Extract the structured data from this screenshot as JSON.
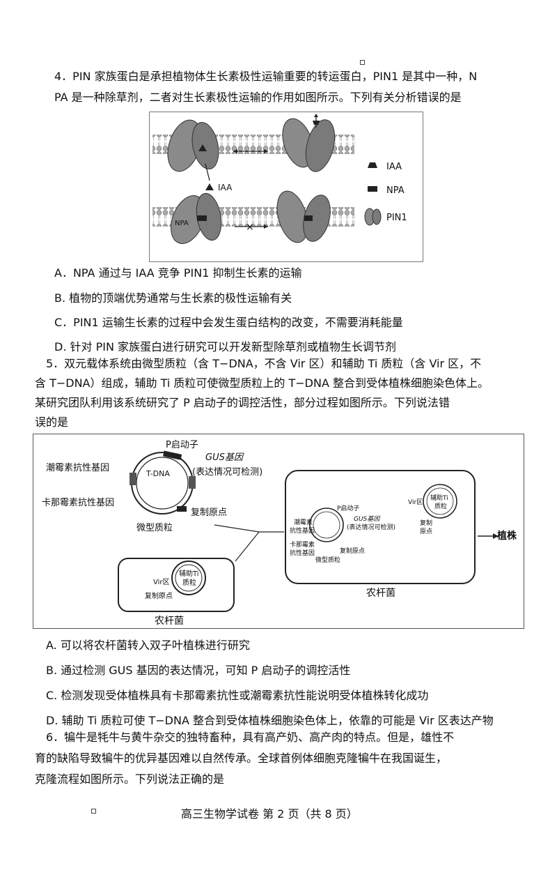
{
  "questions": [
    {
      "lines": [
        "4．PIN 家族蛋白是承担植物体生长素极性运输重要的转运蛋白，PIN1 是其中一种，N",
        "PA 是一种除草剂，二者对生长素极性运输的作用如图所示。下列有关分析错误的是"
      ],
      "figure": {
        "iaa_label": "IAA",
        "npa_label": "NPA",
        "legend": [
          "IAA",
          "NPA",
          "PIN1"
        ]
      },
      "options": [
        "A．NPA 通过与  IAA 竞争  PIN1 抑制生长素的运输",
        "B. 植物的顶端优势通常与生长素的极性运输有关",
        "C．PIN1 运输生长素的过程中会发生蛋白结构的改变，不需要消耗能量",
        "D. 针对  PIN 家族蛋白进行研究可以开发新型除草剂或植物生长调节剂"
      ]
    },
    {
      "lines": [
        "5．双元载体系统由微型质粒（含  T−DNA，不含  Vir 区）和辅助  Ti 质粒（含  Vir 区，不",
        "含  T−DNA）组成，辅助  Ti 质粒可使微型质粒上的  T−DNA 整合到受体植株细胞染色体上。",
        "某研究团队利用该系统研究了  P 启动子的调控活性，部分过程如图所示。下列说法错",
        "误的是"
      ],
      "figure": {
        "promoter": "P启动子",
        "gus_1": "GUS基因",
        "gus_2": "(表达情况可检测)",
        "neo_gene": "潮霉素抗性基因",
        "kan_gene": "卡那霉素抗性基因",
        "tdna": "T-DNA",
        "ori": "复制原点",
        "mini_plasmid": "微型质粒",
        "vir": "Vir区",
        "helper_1": "辅助Ti",
        "helper_2": "质粒",
        "agro": "农杆菌",
        "plant": "植株",
        "small_promoter": "P启动子",
        "small_gus_1": "GUS基因",
        "small_gus_2": "(表达情况可检测)",
        "small_neo_1": "潮霉素",
        "small_neo_2": "抗性基因",
        "small_kan_1": "卡那霉素",
        "small_kan_2": "抗性基因",
        "small_ori": "复制原点",
        "small_mini": "微型质粒",
        "small_vir": "Vir区",
        "small_helper_1": "辅助Ti",
        "small_helper_2": "质粒",
        "small_ori2_1": "复制",
        "small_ori2_2": "原点"
      },
      "options": [
        "A. 可以将农杆菌转入双子叶植株进行研究",
        "B. 通过检测  GUS 基因的表达情况，可知  P 启动子的调控活性",
        "C. 检测发现受体植株具有卡那霉素抗性或潮霉素抗性能说明受体植株转化成功",
        "D. 辅助  Ti 质粒可使  T−DNA 整合到受体植株细胞染色体上，依靠的可能是  Vir 区表达产物"
      ]
    },
    {
      "lines": [
        "6．犏牛是牦牛与黄牛杂交的独特畜种，具有高产奶、高产肉的特点。但是，雄性不",
        "育的缺陷导致犏牛的优异基因难以自然传承。全球首例体细胞克隆犏牛在我国诞生，",
        "克隆流程如图所示。下列说法正确的是"
      ]
    }
  ],
  "footer": "高三生物学试卷  第  2 页（共  8 页）"
}
